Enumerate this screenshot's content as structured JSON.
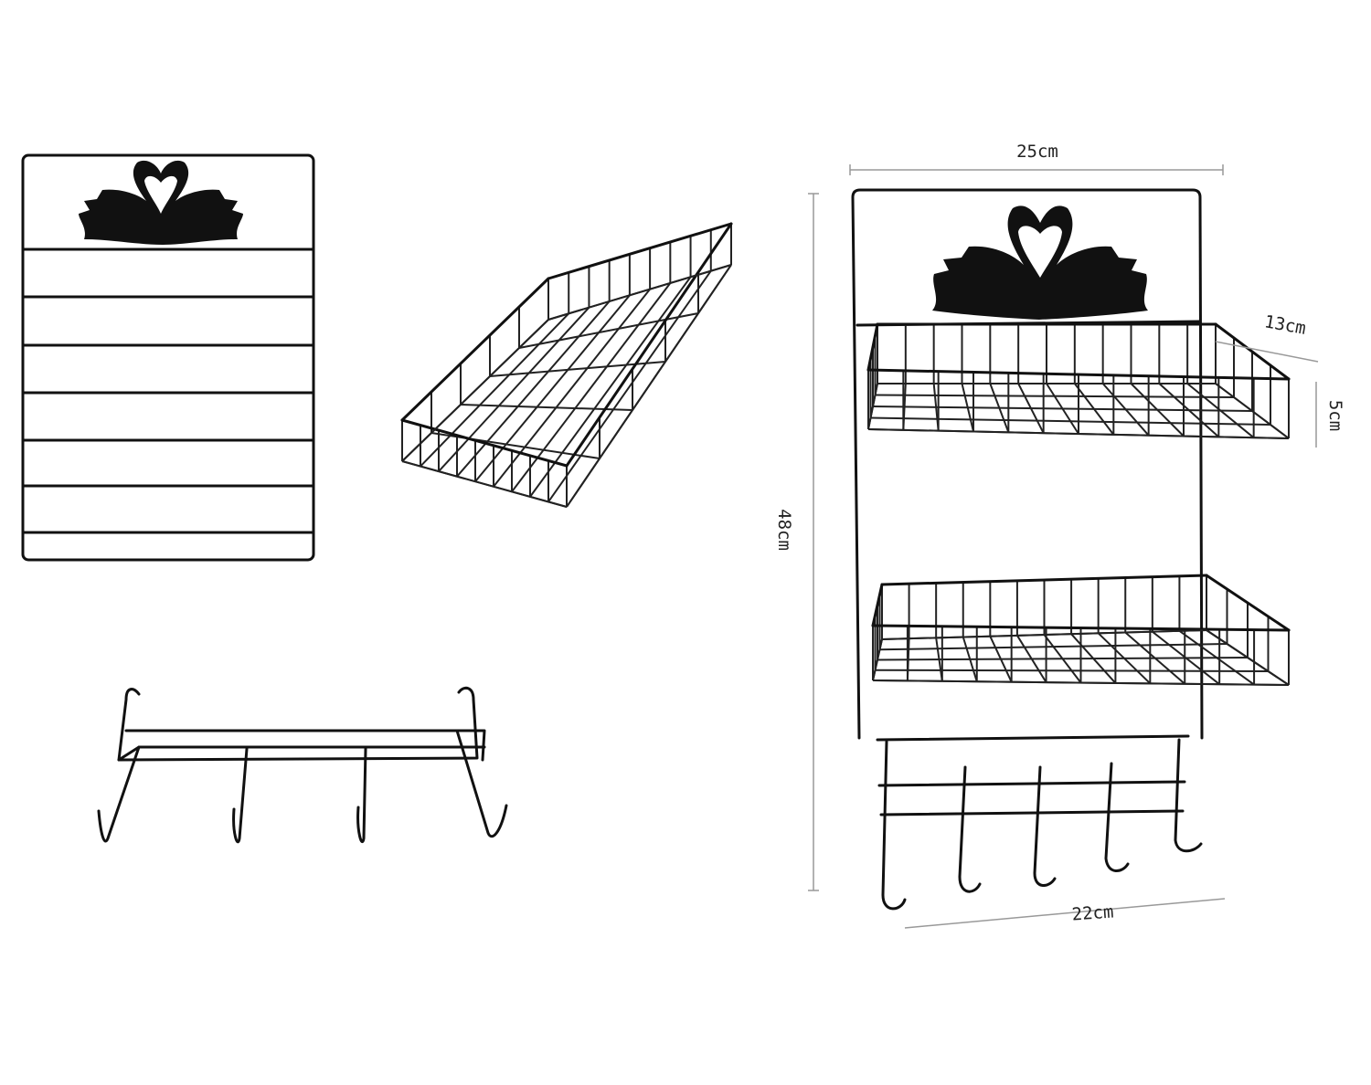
{
  "dimensions": {
    "width": "25cm",
    "height": "48cm",
    "basket_depth": "13cm",
    "basket_height": "5cm",
    "hook_width": "22cm"
  },
  "colors": {
    "wire": "#111111",
    "dimension_line": "#999999",
    "background": "#ffffff"
  }
}
